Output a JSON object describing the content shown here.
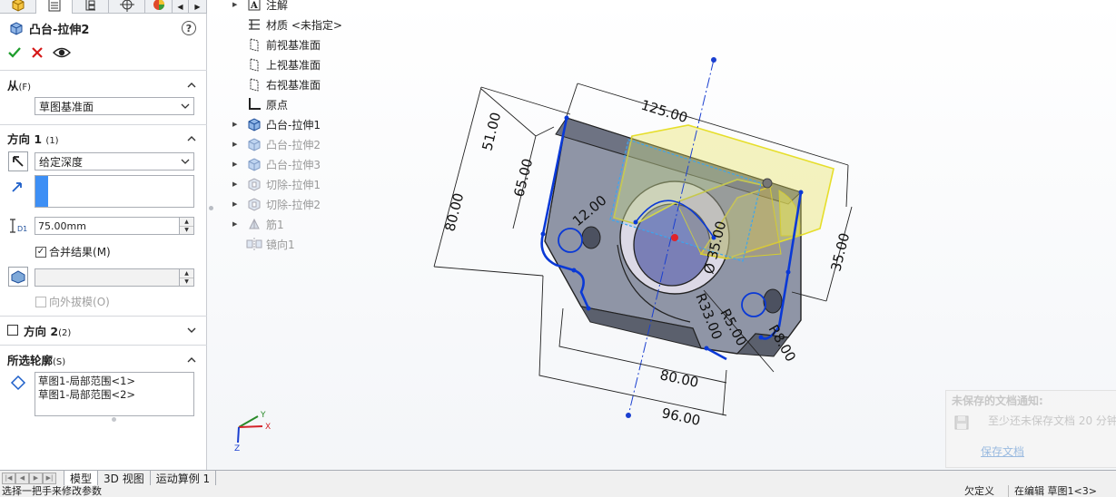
{
  "property_manager": {
    "feature_title": "凸台-拉伸2",
    "from": {
      "label": "从",
      "hotkey": "(F)",
      "selected": "草图基准面"
    },
    "direction1": {
      "label": "方向 1",
      "hotkey": "(1)",
      "end_condition": "给定深度",
      "depth": "75.00mm",
      "merge_result_label": "合并结果",
      "merge_result_hotkey": "(M)",
      "merge_result_checked": true,
      "draft_outward_label": "向外拔模",
      "draft_outward_hotkey": "(O)"
    },
    "direction2": {
      "label": "方向 2",
      "hotkey": "(2)"
    },
    "selected_contours": {
      "label": "所选轮廓",
      "hotkey": "(S)",
      "items": [
        "草图1-局部范围<1>",
        "草图1-局部范围<2>"
      ]
    }
  },
  "feature_tree": {
    "items": [
      {
        "label": "注解",
        "icon": "annotation-icon",
        "expandable": true,
        "dim": false
      },
      {
        "label": "材质 <未指定>",
        "icon": "material-icon",
        "expandable": false,
        "dim": false
      },
      {
        "label": "前视基准面",
        "icon": "plane-icon",
        "expandable": false,
        "dim": false
      },
      {
        "label": "上视基准面",
        "icon": "plane-icon",
        "expandable": false,
        "dim": false
      },
      {
        "label": "右视基准面",
        "icon": "plane-icon",
        "expandable": false,
        "dim": false
      },
      {
        "label": "原点",
        "icon": "origin-icon",
        "expandable": false,
        "dim": false
      },
      {
        "label": "凸台-拉伸1",
        "icon": "boss-extrude-icon",
        "expandable": true,
        "dim": false
      },
      {
        "label": "凸台-拉伸2",
        "icon": "boss-extrude-icon",
        "expandable": true,
        "dim": true
      },
      {
        "label": "凸台-拉伸3",
        "icon": "boss-extrude-icon",
        "expandable": true,
        "dim": true
      },
      {
        "label": "切除-拉伸1",
        "icon": "cut-extrude-icon",
        "expandable": true,
        "dim": true
      },
      {
        "label": "切除-拉伸2",
        "icon": "cut-extrude-icon",
        "expandable": true,
        "dim": true
      },
      {
        "label": "筋1",
        "icon": "rib-icon",
        "expandable": true,
        "dim": true
      },
      {
        "label": "镜向1",
        "icon": "mirror-icon",
        "expandable": false,
        "dim": true
      }
    ]
  },
  "dimensions": {
    "d125": "125.00",
    "d51": "51.00",
    "d65": "65.00",
    "d80v": "80.00",
    "d12": "12.00",
    "d35dia": "35.00",
    "d35": "35.00",
    "r33": "R33.00",
    "r5": "R5.00",
    "r8": "R8.00",
    "d80h": "80.00",
    "d96": "96.00",
    "dia_symbol": "Ø"
  },
  "triad": {
    "x": "X",
    "y": "Y",
    "z": "Z"
  },
  "bottom_tabs": [
    "模型",
    "3D 视图",
    "运动算例 1"
  ],
  "active_tab": "模型",
  "status": {
    "left": "选择一把手来修改参数",
    "right_1": "欠定义",
    "right_2": "在编辑 草图1<3>"
  },
  "notice": {
    "title": "未保存的文档通知:",
    "message": "至少还未保存文档 20 分钟",
    "link": "保存文档"
  },
  "colors": {
    "accent_blue": "#0a39d6",
    "preview_yellow": "#e8e35a",
    "body_grey": "#8f95a6",
    "ok_green": "#1f9e2e",
    "cancel_red": "#d51919"
  }
}
